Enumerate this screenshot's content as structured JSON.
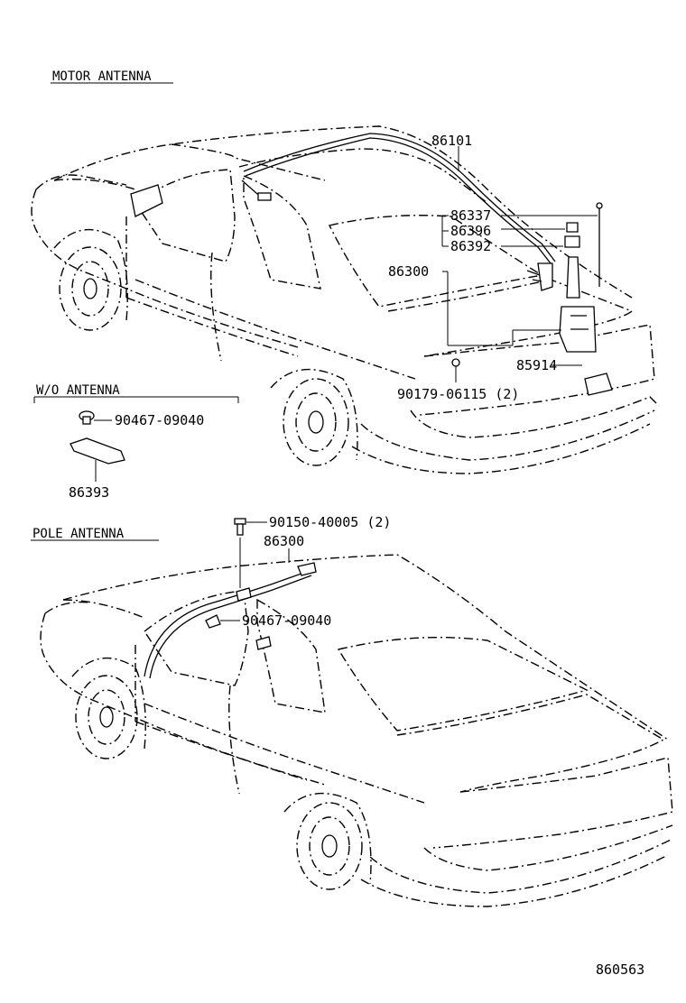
{
  "sections": {
    "motor": "MOTOR ANTENNA",
    "wo": "W/O ANTENNA",
    "pole": "POLE ANTENNA"
  },
  "parts": {
    "p86101": "86101",
    "p86337": "86337",
    "p86396": "86396",
    "p86392": "86392",
    "p86300_motor": "86300",
    "p85914": "85914",
    "p9017906115": "90179-06115 (2)",
    "p9046709040_wo": "90467-09040",
    "p86393": "86393",
    "p9015040005": "90150-40005 (2)",
    "p86300_pole": "86300",
    "p9046709040_pole": "90467-09040"
  },
  "diagram_id": "860563"
}
